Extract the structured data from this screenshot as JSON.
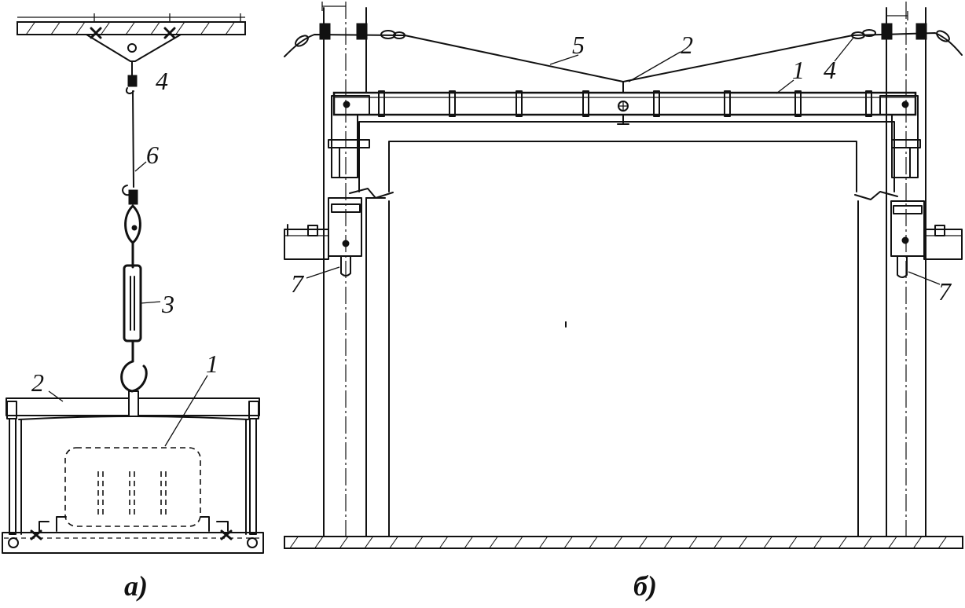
{
  "figure_a": {
    "caption": "а)",
    "labels": {
      "item_1": "1",
      "item_2": "2",
      "item_3": "3",
      "item_4": "4",
      "item_6": "6"
    }
  },
  "figure_b": {
    "caption": "б)",
    "labels": {
      "item_1": "1",
      "item_2": "2",
      "item_4": "4",
      "item_5": "5",
      "item_7_left": "7",
      "item_7_right": "7"
    }
  }
}
